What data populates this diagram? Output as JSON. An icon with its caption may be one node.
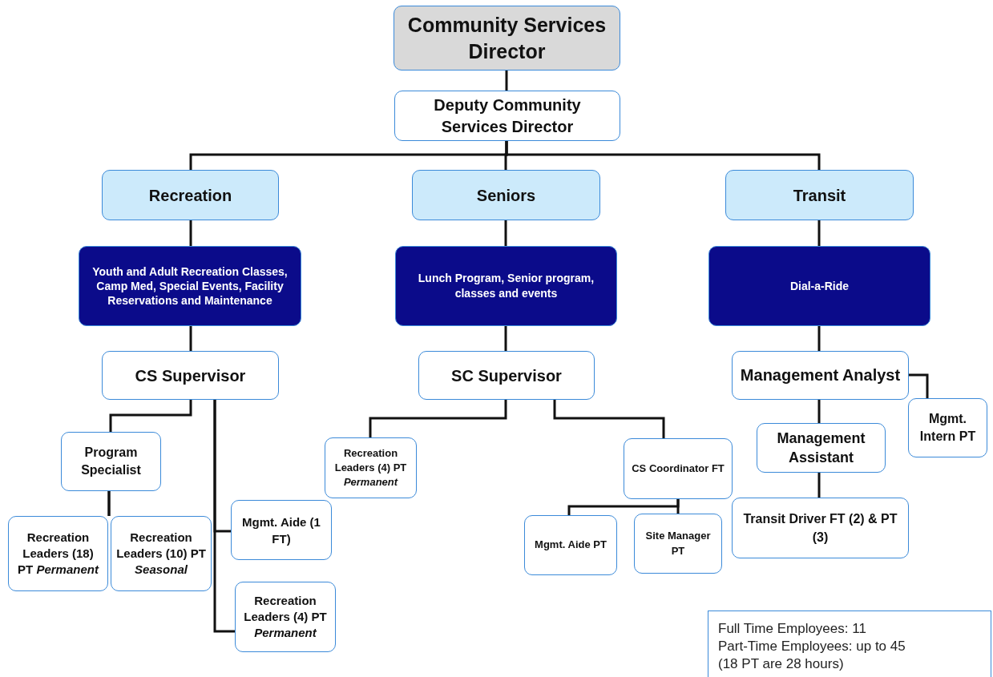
{
  "diagram": {
    "nodes": [
      {
        "text": [
          "Community Services Director"
        ]
      },
      {
        "text": [
          "Deputy Community Services Director"
        ]
      },
      {
        "text": [
          "Recreation"
        ]
      },
      {
        "text": [
          "Seniors"
        ]
      },
      {
        "text": [
          "Transit"
        ]
      },
      {
        "text": [
          "Youth and Adult Recreation Classes, Camp Med, Special Events, Facility Reservations and Maintenance"
        ]
      },
      {
        "text": [
          "Lunch Program, Senior program, classes and events"
        ]
      },
      {
        "text": [
          "Dial-a-Ride"
        ]
      },
      {
        "text": [
          "CS Supervisor"
        ]
      },
      {
        "text": [
          "SC Supervisor"
        ]
      },
      {
        "text": [
          "Management Analyst"
        ]
      },
      {
        "text": [
          "Program Specialist"
        ]
      },
      {
        "text": [
          "Recreation Leaders (18) PT *Permanent*"
        ]
      },
      {
        "text": [
          "Recreation Leaders (10) PT *Seasonal*"
        ]
      },
      {
        "text": [
          "Mgmt. Aide (1 FT)"
        ]
      },
      {
        "text": [
          "Recreation Leaders (4) PT *Permanent*"
        ]
      },
      {
        "text": [
          "Recreation Leaders (4) PT *Permanent*"
        ]
      },
      {
        "text": [
          "CS Coordinator FT"
        ]
      },
      {
        "text": [
          "Mgmt. Aide PT"
        ]
      },
      {
        "text": [
          "Site Manager PT"
        ]
      },
      {
        "text": [
          "Mgmt. Intern PT"
        ]
      },
      {
        "text": [
          "Management Assistant"
        ]
      },
      {
        "text": [
          "Transit Driver FT (2) & PT (3)"
        ]
      },
      {
        "text": [
          "Full Time Employees: 11",
          "Part-Time Employees: up to 45",
          "(18 PT are 28 hours)"
        ]
      }
    ],
    "edges": [
      {
        "from": 0,
        "to": 1,
        "arrow": "none"
      },
      {
        "from": 1,
        "to": 2,
        "arrow": "none"
      },
      {
        "from": 1,
        "to": 3,
        "arrow": "none"
      },
      {
        "from": 1,
        "to": 4,
        "arrow": "none"
      },
      {
        "from": 2,
        "to": 5,
        "arrow": "none"
      },
      {
        "from": 3,
        "to": 6,
        "arrow": "none"
      },
      {
        "from": 4,
        "to": 7,
        "arrow": "none"
      },
      {
        "from": 5,
        "to": 8,
        "arrow": "none"
      },
      {
        "from": 6,
        "to": 9,
        "arrow": "none"
      },
      {
        "from": 7,
        "to": 10,
        "arrow": "none"
      },
      {
        "from": 8,
        "to": 11,
        "arrow": "none"
      },
      {
        "from": 8,
        "to": 14,
        "arrow": "none"
      },
      {
        "from": 8,
        "to": 15,
        "arrow": "none"
      },
      {
        "from": 11,
        "to": 12,
        "arrow": "none"
      },
      {
        "from": 11,
        "to": 13,
        "arrow": "none"
      },
      {
        "from": 9,
        "to": 16,
        "arrow": "none"
      },
      {
        "from": 9,
        "to": 17,
        "arrow": "none"
      },
      {
        "from": 17,
        "to": 18,
        "arrow": "none"
      },
      {
        "from": 17,
        "to": 19,
        "arrow": "none"
      },
      {
        "from": 10,
        "to": 20,
        "arrow": "none"
      },
      {
        "from": 10,
        "to": 21,
        "arrow": "none"
      },
      {
        "from": 21,
        "to": 22,
        "arrow": "none"
      }
    ]
  }
}
